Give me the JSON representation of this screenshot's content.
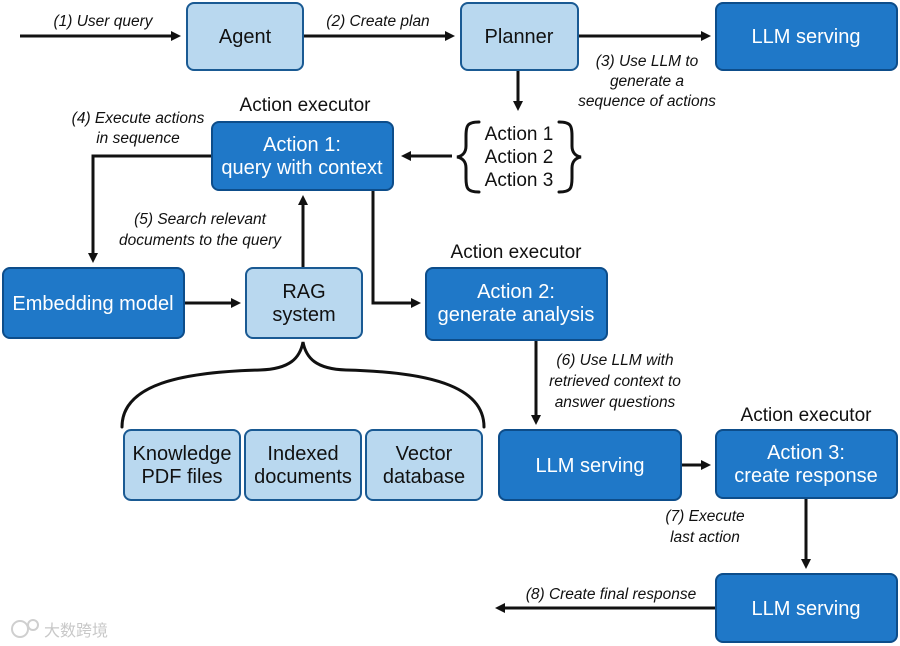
{
  "nodes": {
    "agent": [
      "Agent"
    ],
    "planner": [
      "Planner"
    ],
    "llm1": [
      "LLM serving"
    ],
    "action1": [
      "Action 1:",
      "query with context"
    ],
    "embedding": [
      "Embedding model"
    ],
    "rag": [
      "RAG",
      "system"
    ],
    "action2": [
      "Action 2:",
      "generate analysis"
    ],
    "knowledge": [
      "Knowledge",
      "PDF files"
    ],
    "indexed": [
      "Indexed",
      "documents"
    ],
    "vector": [
      "Vector",
      "database"
    ],
    "llm2": [
      "LLM serving"
    ],
    "action3": [
      "Action 3:",
      "create response"
    ],
    "llm3": [
      "LLM serving"
    ]
  },
  "headers": {
    "exec1": "Action executor",
    "exec2": "Action executor",
    "exec3": "Action executor"
  },
  "action_list": [
    "Action 1",
    "Action 2",
    "Action 3"
  ],
  "annotations": {
    "a1": [
      "(1) User query"
    ],
    "a2": [
      "(2) Create plan"
    ],
    "a3": [
      "(3) Use LLM to",
      "generate a",
      "sequence of actions"
    ],
    "a4": [
      "(4) Execute actions",
      "in sequence"
    ],
    "a5": [
      "(5) Search relevant",
      "documents to the query"
    ],
    "a6": [
      "(6) Use LLM  with",
      "retrieved context to",
      "answer questions"
    ],
    "a7": [
      "(7) Execute",
      "last action"
    ],
    "a8": [
      "(8) Create final response"
    ]
  },
  "watermark": "大数跨境",
  "colors": {
    "dark_box": "#1f78c8",
    "light_box": "#b9d8ef",
    "stroke": "#111111"
  }
}
